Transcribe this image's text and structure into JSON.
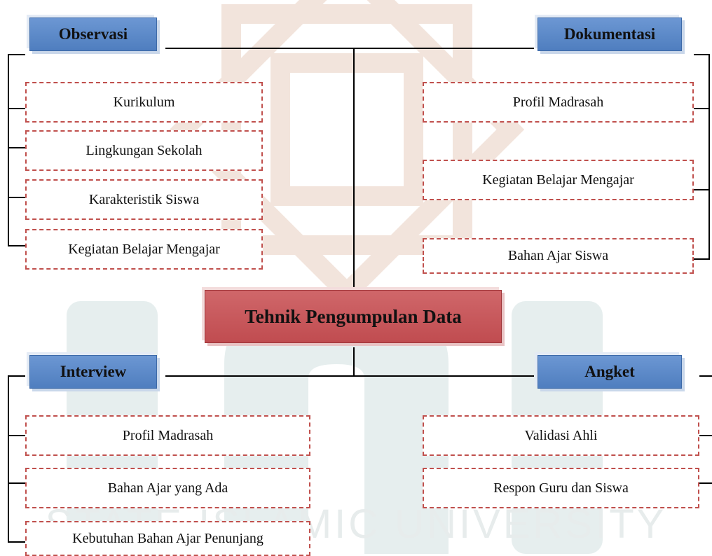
{
  "center": {
    "label": "Tehnik Pengumpulan Data",
    "color": "#c0504d"
  },
  "groups": {
    "observasi": {
      "title": "Observasi",
      "items": [
        "Kurikulum",
        "Lingkungan Sekolah",
        "Karakteristik Siswa",
        "Kegiatan Belajar Mengajar"
      ]
    },
    "dokumentasi": {
      "title": "Dokumentasi",
      "items": [
        "Profil Madrasah",
        "Kegiatan Belajar Mengajar",
        "Bahan Ajar Siswa"
      ]
    },
    "interview": {
      "title": "Interview",
      "items": [
        "Profil Madrasah",
        "Bahan Ajar yang Ada",
        "Kebutuhan Bahan Ajar Penunjang"
      ]
    },
    "angket": {
      "title": "Angket",
      "items": [
        "Validasi Ahli",
        "Respon Guru dan Siswa"
      ]
    }
  },
  "watermark": {
    "text": "STATE ISLAMIC UNIVERSITY"
  },
  "colors": {
    "header": "#4f81bd",
    "item_border": "#c0504d",
    "center": "#c0504d"
  }
}
